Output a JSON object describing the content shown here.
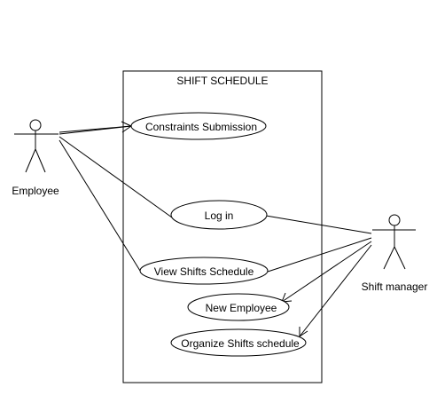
{
  "system": {
    "title": "SHIFT SCHEDULE"
  },
  "actors": {
    "employee": {
      "label": "Employee"
    },
    "manager": {
      "label": "Shift manager"
    }
  },
  "use_cases": {
    "constraints": {
      "label": "Constraints Submission"
    },
    "login": {
      "label": "Log in"
    },
    "view": {
      "label": "View Shifts Schedule"
    },
    "new_employee": {
      "label": "New Employee"
    },
    "organize": {
      "label": "Organize Shifts schedule"
    }
  }
}
